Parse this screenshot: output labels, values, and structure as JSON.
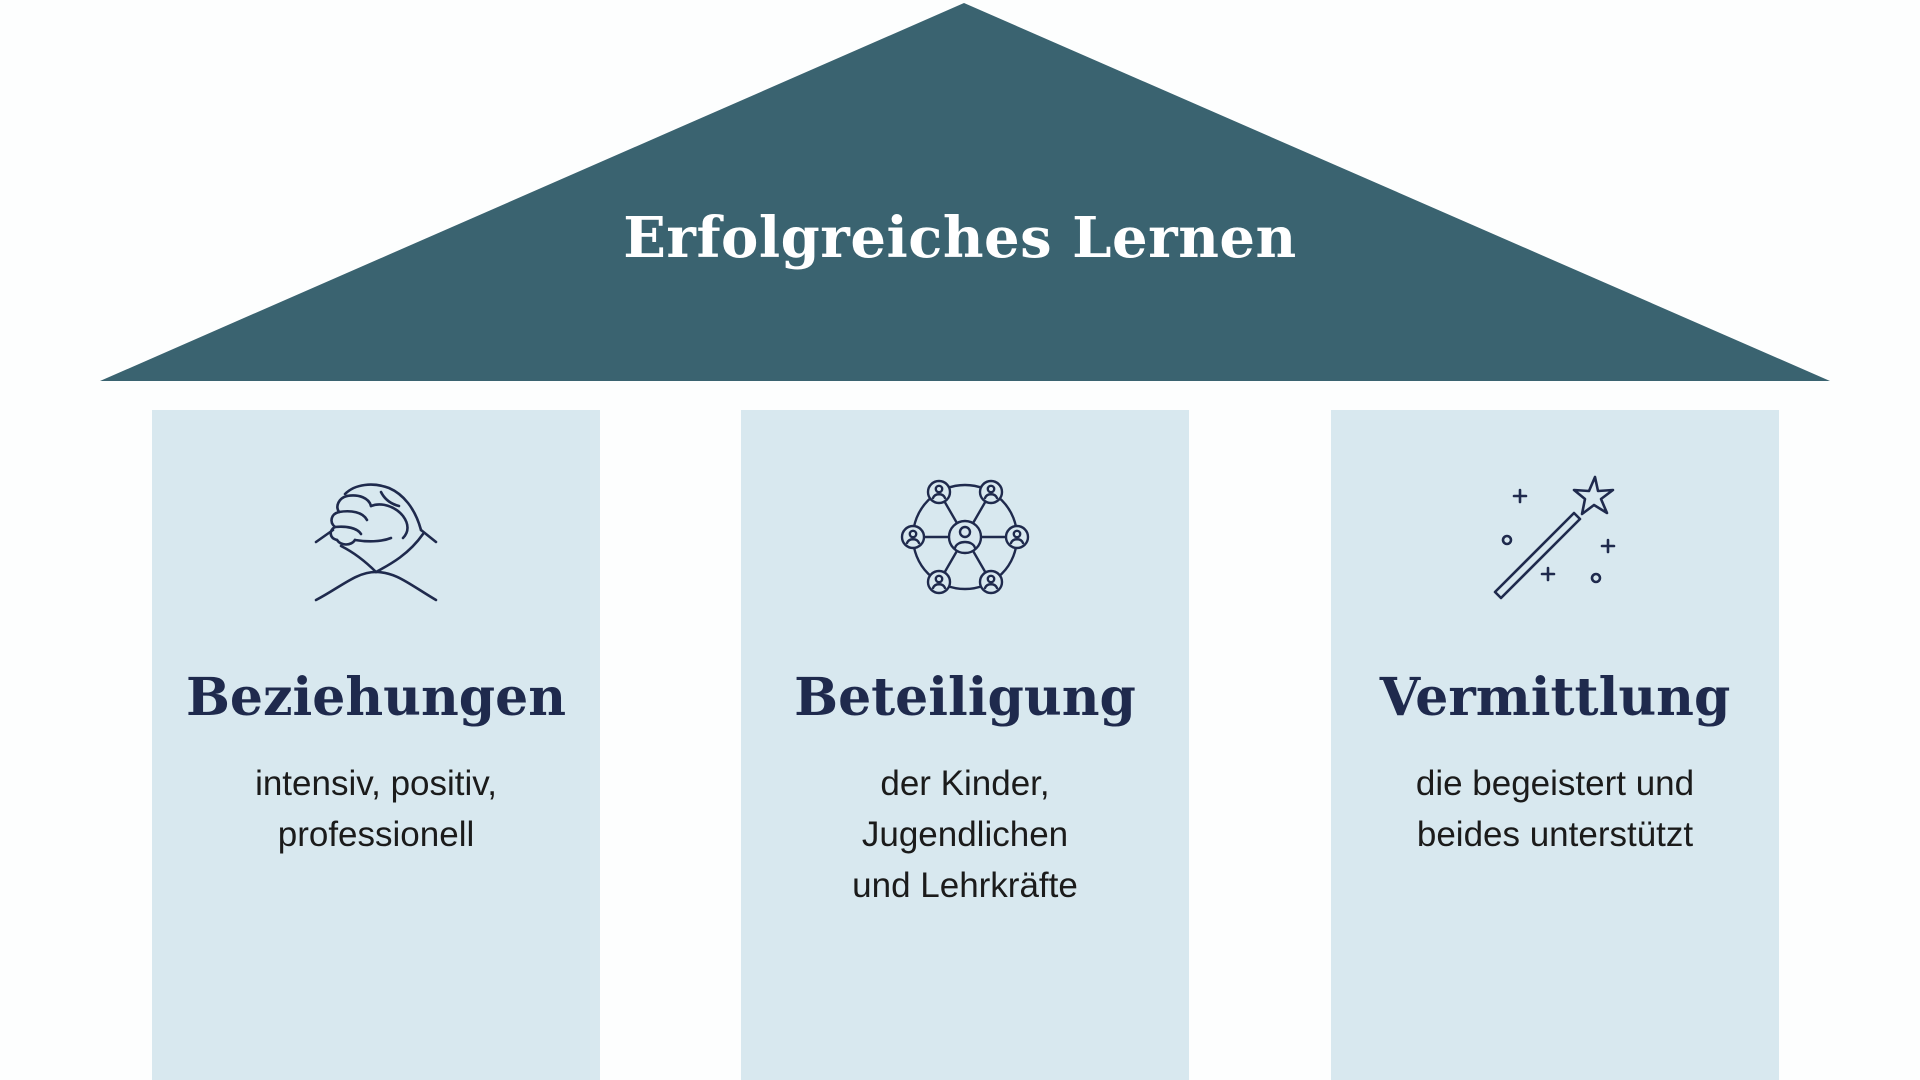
{
  "roof": {
    "title": "Erfolgreiches Lernen",
    "color": "#3a6370"
  },
  "pillars": [
    {
      "icon": "handshake-icon",
      "heading": "Beziehungen",
      "lines": [
        "intensiv, positiv,",
        "professionell"
      ]
    },
    {
      "icon": "network-people-icon",
      "heading": "Beteiligung",
      "lines": [
        "der Kinder,",
        "Jugendlichen",
        "und Lehrkräfte"
      ]
    },
    {
      "icon": "magic-wand-icon",
      "heading": "Vermittlung",
      "lines": [
        "die begeistert und",
        "beides unterstützt"
      ]
    }
  ],
  "colors": {
    "pillar_bg": "#d8e8ef",
    "heading": "#1f2a4d",
    "icon_stroke": "#1f2a4d",
    "background": "#fdfefe"
  }
}
